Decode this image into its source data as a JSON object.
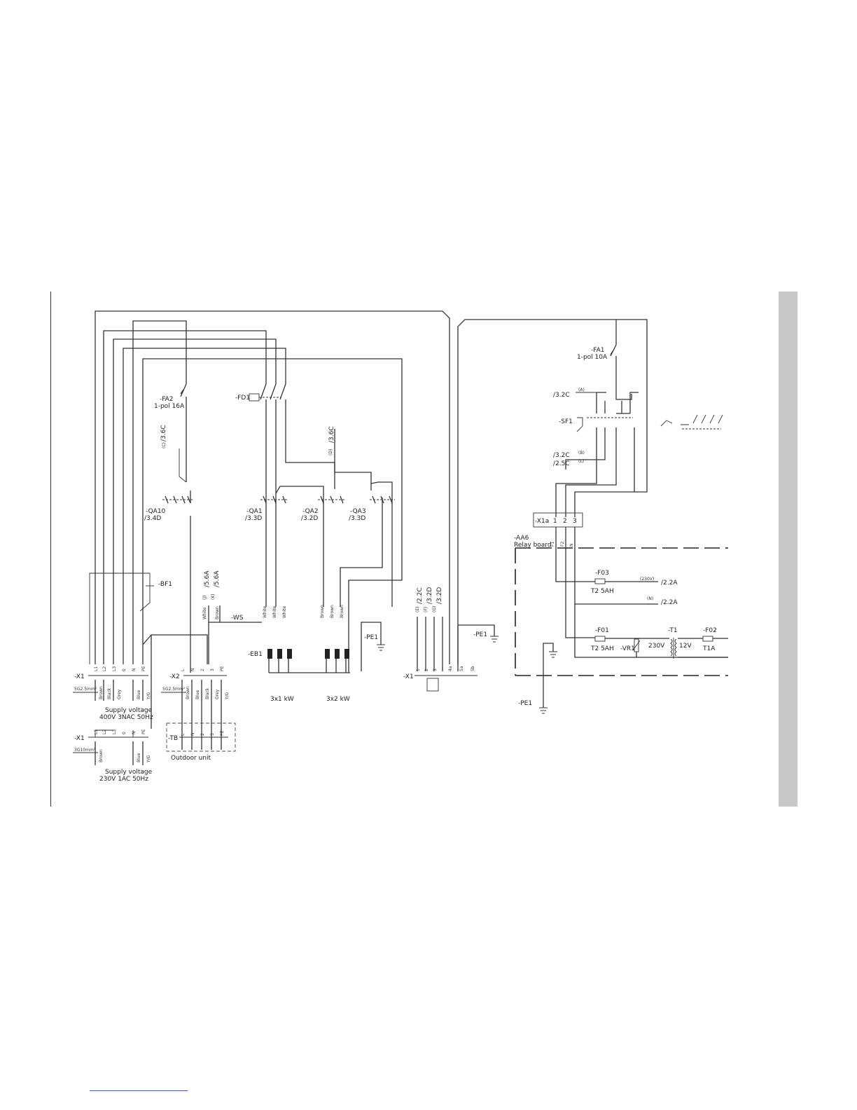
{
  "components": {
    "fa2": {
      "ref": "-FA2",
      "desc": "1-pol 16A"
    },
    "fd1": {
      "ref": "-FD1"
    },
    "fa1": {
      "ref": "-FA1",
      "desc": "1-pol 10A"
    },
    "qa10": {
      "ref": "-QA10",
      "xref": "/3.4D"
    },
    "qa1": {
      "ref": "-QA1",
      "xref": "/3.3D"
    },
    "qa2": {
      "ref": "-QA2",
      "xref": "/3.2D"
    },
    "qa3": {
      "ref": "-QA3",
      "xref": "/3.3D"
    },
    "bf1": {
      "ref": "-BF1"
    },
    "eb1": {
      "ref": "-EB1"
    },
    "pe1_left": {
      "ref": "-PE1"
    },
    "pe1_right": {
      "ref": "-PE1"
    },
    "pe1_bottom": {
      "ref": "-PE1"
    },
    "sf1": {
      "ref": "-SF1"
    },
    "x1a": {
      "ref": "-X1a"
    },
    "aa6": {
      "ref": "-AA6",
      "desc": "Relay board"
    },
    "f03": {
      "ref": "-F03",
      "rating": "T2 5AH"
    },
    "f01": {
      "ref": "-F01",
      "rating": "T2 5AH"
    },
    "f02": {
      "ref": "-F02",
      "rating": "T1A"
    },
    "t1": {
      "ref": "-T1",
      "primary": "230V",
      "secondary": "12V"
    },
    "vr1": {
      "ref": "-VR1"
    },
    "ws": {
      "ref": "-WS"
    },
    "tb": {
      "ref": "-TB"
    }
  },
  "xrefs": {
    "c_36c": "/3.6C",
    "d_36c": "/3.6C",
    "a_32c": "/3.2C",
    "a_tag": "(A)",
    "b_32c": "/3.2C",
    "b_tag": "(B)",
    "l_25c": "/2.5C",
    "l_tag": "(L)",
    "c_tag": "(C)",
    "d_tag": "(D)",
    "j_tag": "(J)",
    "k_tag": "(K)",
    "j_ref": "/5.6A",
    "k_ref": "/5.6A",
    "v230_tag": "(230V)",
    "v230_ref": "/2.2A",
    "n_tag": "(N)",
    "n_ref": "/2.2A",
    "e_tag": "(E)",
    "e_ref": "/2.2C",
    "f_tag": "(F)",
    "f_ref": "/3.2D",
    "g_tag": "(G)",
    "g_ref": "/3.2D"
  },
  "terminals": {
    "x1_main": {
      "ref": "-X1",
      "pins": [
        "L1",
        "L2",
        "L3",
        "0",
        "N",
        "PE"
      ],
      "colors": [
        "Brown",
        "Black",
        "Grey",
        "",
        "Blue",
        "Y/G"
      ],
      "cable": "5G2.5mm²"
    },
    "x2": {
      "ref": "-X2",
      "pins": [
        "L",
        "N",
        "2",
        "3",
        "PE"
      ],
      "colors": [
        "Brown",
        "Blue",
        "Black",
        "Grey",
        "Y/G"
      ],
      "cable": "5G2.5mm²"
    },
    "tb": {
      "pins": [
        "L",
        "N",
        "2",
        "3",
        "PE"
      ]
    },
    "x1_230": {
      "ref": "-X1",
      "pins": [
        "L1",
        "L2",
        "L3",
        "0",
        "N",
        "PE"
      ],
      "colors": [
        "Brown",
        "",
        "",
        "",
        "Blue",
        "Y/G"
      ],
      "cable": "3G10mm²"
    },
    "x1_right": {
      "ref": "-X1",
      "pins": [
        "1",
        "2",
        "3",
        "4a",
        "5a",
        "5b"
      ]
    },
    "x1a": {
      "pins": [
        "1",
        "2",
        "3"
      ]
    }
  },
  "texts": {
    "supply_400": "Supply voltage",
    "supply_400_spec": "400V 3NAC 50Hz",
    "supply_230": "Supply voltage",
    "supply_230_spec": "230V 1AC 50Hz",
    "outdoor_unit": "Outdoor unit",
    "power_3x1": "3x1 kW",
    "power_3x2": "3x2 kW",
    "relay_board": "Relay board",
    "relay_f1": "F1",
    "relay_f2": "F2",
    "relay_n": "N",
    "wire_white": "White",
    "wire_brown": "Brown"
  }
}
